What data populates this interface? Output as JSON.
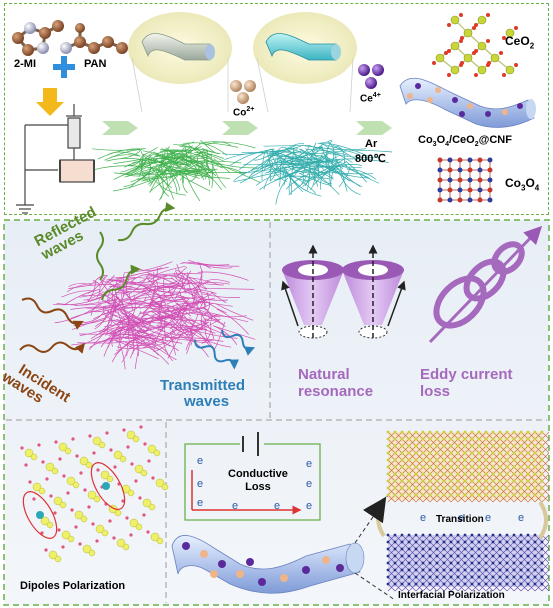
{
  "synthesis": {
    "mi_label": "2-MI",
    "pan_label": "PAN",
    "co_ion": "Co",
    "co_charge": "2+",
    "ce_ion": "Ce",
    "ce_charge": "4+",
    "atmosphere": "Ar",
    "temperature": "800℃",
    "ceo2_label": "CeO",
    "ceo2_sub": "2",
    "composite": {
      "a": "Co",
      "a_sub": "3",
      "b": "O",
      "b_sub": "4",
      "c": "/CeO",
      "c_sub": "2",
      "d": "@CNF"
    },
    "co3o4": {
      "a": "Co",
      "a_sub": "3",
      "b": "O",
      "b_sub": "4"
    }
  },
  "waves": {
    "reflected": "Reflected",
    "reflected2": "waves",
    "incident": "Incident",
    "incident2": "waves",
    "transmitted": "Transmitted",
    "transmitted2": "waves"
  },
  "mechanisms": {
    "natural_resonance": "Natural",
    "natural_resonance2": "resonance",
    "eddy_current": "Eddy current",
    "eddy_current2": "loss",
    "dipoles": "Dipoles Polarization",
    "conductive": "Conductive",
    "conductive2": "Loss",
    "electron": "e",
    "transition": "Transition",
    "interfacial": "Interfacial Polarization"
  },
  "colors": {
    "reflected": "#5a8a2a",
    "incident": "#8b4513",
    "transmitted": "#2e7fb8",
    "purple_text": "#a569bd",
    "fiber_green": "#2eaa3c",
    "fiber_teal": "#1fa5a5",
    "fiber_pink": "#d24fb4"
  }
}
